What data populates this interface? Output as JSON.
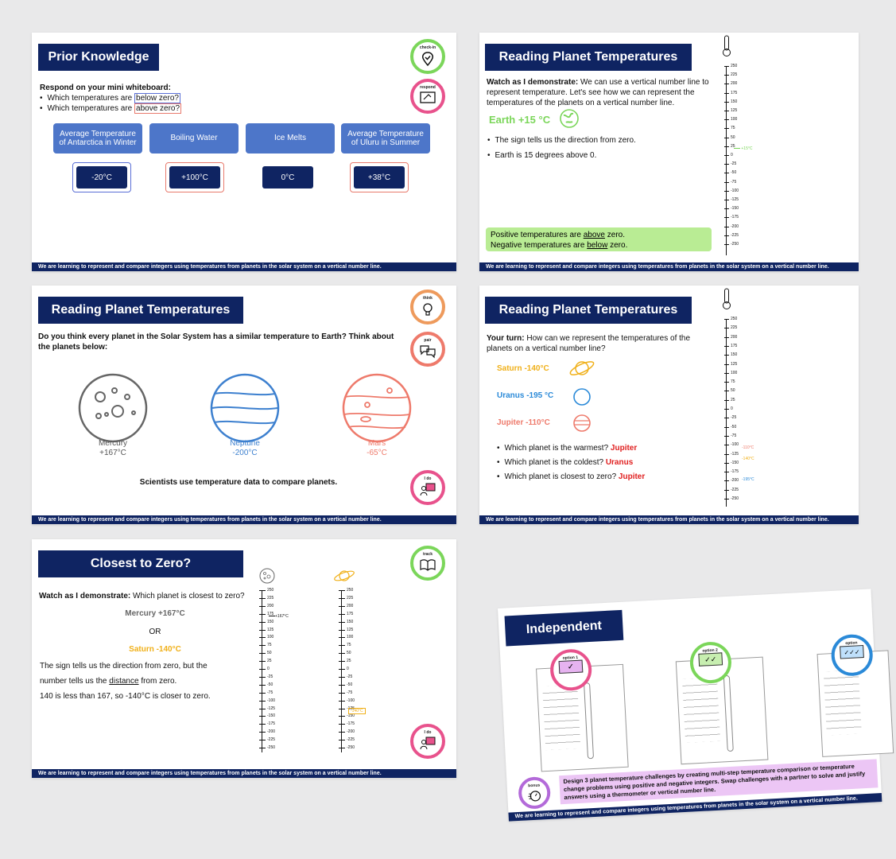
{
  "footer_text": "We are learning to represent and compare integers using temperatures from planets in the solar system on a vertical number line.",
  "colors": {
    "navy": "#0f2462",
    "card_blue": "#4d76c9",
    "green": "#7bd65a",
    "pink": "#e8528c",
    "orange": "#ee9a5c",
    "saturn": "#f0b019",
    "uranus": "#2b8ad8",
    "mars": "#ee7a6b",
    "neptune": "#3d80cf",
    "red": "#e02020",
    "highlight_green": "#b9ec94"
  },
  "numberline_labels": [
    "250",
    "225",
    "200",
    "175",
    "150",
    "125",
    "100",
    "75",
    "50",
    "25",
    "0",
    "-25",
    "-50",
    "-75",
    "-100",
    "-125",
    "-150",
    "-175",
    "-200",
    "-225",
    "-250"
  ],
  "slide1": {
    "title": "Prior Knowledge",
    "badge_checkin": "check-in",
    "badge_respond": "respond",
    "prompt_head": "Respond on your mini whiteboard:",
    "q1_pre": "Which temperatures are",
    "q1_hl": "below zero?",
    "q2_pre": "Which temperatures are",
    "q2_hl": "above zero?",
    "cards": [
      "Average Temperature of Antarctica in Winter",
      "Boiling Water",
      "Ice Melts",
      "Average Temperature of Uluru in Summer"
    ],
    "temps": [
      "-20°C",
      "+100°C",
      "0°C",
      "+38°C"
    ]
  },
  "slide2": {
    "title": "Reading Planet Temperatures",
    "demo_head": "Watch as I demonstrate:",
    "demo_text": "We can use a vertical number line to represent temperature. Let's see how we can represent the temperatures of the planets on a vertical number line.",
    "earth": "Earth +15 °C",
    "b1": "The sign tells us the direction from zero.",
    "b2": "Earth is 15 degrees above 0.",
    "pos_pre": "Positive temperatures are",
    "pos_word": "above",
    "pos_post": "zero.",
    "neg_pre": "Negative temperatures are",
    "neg_word": "below",
    "neg_post": "zero.",
    "marker": "+15°C"
  },
  "slide3": {
    "title": "Reading Planet Temperatures",
    "badge_think": "think",
    "badge_pair": "pair",
    "badge_ido": "I do",
    "question": "Do you think every planet in the Solar System has a similar temperature to Earth? Think about the planets below:",
    "planets": [
      {
        "name": "Mercury",
        "temp": "+167°C"
      },
      {
        "name": "Neptune",
        "temp": "-200°C"
      },
      {
        "name": "Mars",
        "temp": "-65°C"
      }
    ],
    "caption": "Scientists use temperature data to compare planets."
  },
  "slide4": {
    "title": "Reading Planet Temperatures",
    "turn_head": "Your turn:",
    "turn_text": "How can we represent the temperatures of the planets on a vertical number line?",
    "saturn": "Saturn -140°C",
    "uranus": "Uranus -195 °C",
    "jupiter": "Jupiter -110°C",
    "q1": "Which planet is the warmest?",
    "a1": "Jupiter",
    "q2": "Which planet is the coldest?",
    "a2": "Uranus",
    "q3": "Which planet is closest to zero?",
    "a3": "Jupiter",
    "m_jup": "-110°C",
    "m_sat": "-140°C",
    "m_ura": "-195°C"
  },
  "slide5": {
    "title": "Closest to Zero?",
    "badge_track": "track",
    "badge_ido": "I do",
    "demo_head": "Watch as I demonstrate:",
    "demo_text": "Which planet is closest to zero?",
    "mercury": "Mercury +167°C",
    "or": "OR",
    "saturn": "Saturn -140°C",
    "line1": "The sign tells us the direction from zero, but the",
    "line2_pre": "number tells us the",
    "line2_u": "distance",
    "line2_post": "from zero.",
    "line3": "140 is less than 167, so -140°C is closer to zero.",
    "m_merc": "+167°C",
    "m_sat": "-140°C"
  },
  "slide6": {
    "title": "Independent",
    "option1": "option 1",
    "option2": "option 2",
    "option3": "option",
    "badge_bonus": "bonus",
    "bonus_text": "Design 3 planet temperature challenges by creating multi-step temperature comparison or temperature change problems using positive and negative integers. Swap challenges with a partner to solve and justify answers using a thermometer or vertical number line."
  }
}
